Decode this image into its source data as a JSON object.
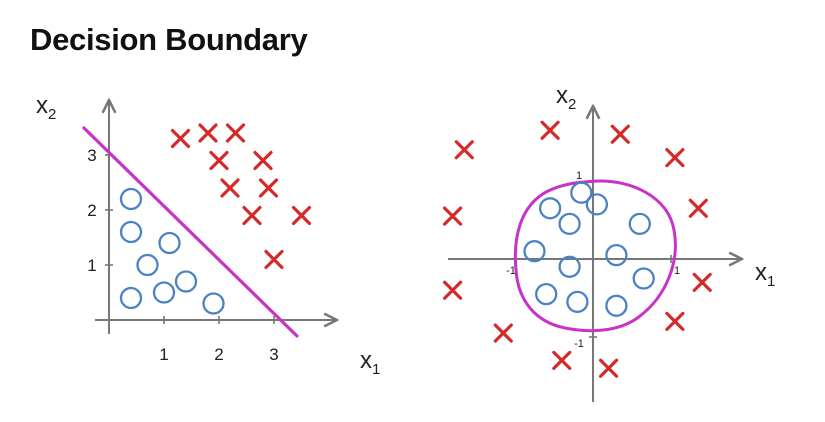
{
  "title": "Decision Boundary",
  "colors": {
    "axis": "#777777",
    "positive_class": "#d42a2a",
    "negative_class": "#4a82c4",
    "boundary": "#c832c8"
  },
  "chart_data": [
    {
      "type": "scatter",
      "xlabel": "x",
      "xlabel_subscript": "1",
      "ylabel": "x",
      "ylabel_subscript": "2",
      "x_ticks": [
        "1",
        "2",
        "3"
      ],
      "y_ticks": [
        "1",
        "2",
        "3"
      ],
      "series": [
        {
          "marker": "cross",
          "color": "#d42a2a",
          "points": [
            [
              1.3,
              3.3
            ],
            [
              1.8,
              3.4
            ],
            [
              2.3,
              3.4
            ],
            [
              2.0,
              2.9
            ],
            [
              2.8,
              2.9
            ],
            [
              2.2,
              2.4
            ],
            [
              2.9,
              2.4
            ],
            [
              2.6,
              1.9
            ],
            [
              3.5,
              1.9
            ],
            [
              3.0,
              1.1
            ]
          ]
        },
        {
          "marker": "circle",
          "color": "#4a82c4",
          "points": [
            [
              0.4,
              2.2
            ],
            [
              0.4,
              1.6
            ],
            [
              0.7,
              1.0
            ],
            [
              1.1,
              1.4
            ],
            [
              0.4,
              0.4
            ],
            [
              1.0,
              0.5
            ],
            [
              1.4,
              0.7
            ],
            [
              1.9,
              0.3
            ]
          ]
        }
      ],
      "boundary": {
        "shape": "line",
        "x1_plus_x2": 3
      },
      "grid": false
    },
    {
      "type": "scatter",
      "xlabel": "x",
      "xlabel_subscript": "1",
      "ylabel": "x",
      "ylabel_subscript": "2",
      "x_ticks": [
        "-1",
        "1"
      ],
      "y_ticks": [
        "1",
        "-1"
      ],
      "series": [
        {
          "marker": "cross",
          "color": "#d42a2a",
          "points": [
            [
              -1.65,
              1.4
            ],
            [
              -0.55,
              1.65
            ],
            [
              0.35,
              1.6
            ],
            [
              1.05,
              1.3
            ],
            [
              -1.8,
              0.55
            ],
            [
              1.35,
              0.65
            ],
            [
              -1.8,
              -0.4
            ],
            [
              1.4,
              -0.3
            ],
            [
              -1.15,
              -0.95
            ],
            [
              -0.4,
              -1.3
            ],
            [
              0.2,
              -1.4
            ],
            [
              1.05,
              -0.8
            ]
          ]
        },
        {
          "marker": "circle",
          "color": "#4a82c4",
          "points": [
            [
              -0.55,
              0.65
            ],
            [
              -0.15,
              0.85
            ],
            [
              0.05,
              0.7
            ],
            [
              -0.3,
              0.45
            ],
            [
              0.6,
              0.45
            ],
            [
              -0.75,
              0.1
            ],
            [
              -0.3,
              -0.1
            ],
            [
              0.3,
              0.05
            ],
            [
              -0.6,
              -0.45
            ],
            [
              -0.2,
              -0.55
            ],
            [
              0.3,
              -0.6
            ],
            [
              0.65,
              -0.25
            ]
          ]
        }
      ],
      "boundary": {
        "shape": "circle",
        "radius": 1
      },
      "grid": false
    }
  ]
}
